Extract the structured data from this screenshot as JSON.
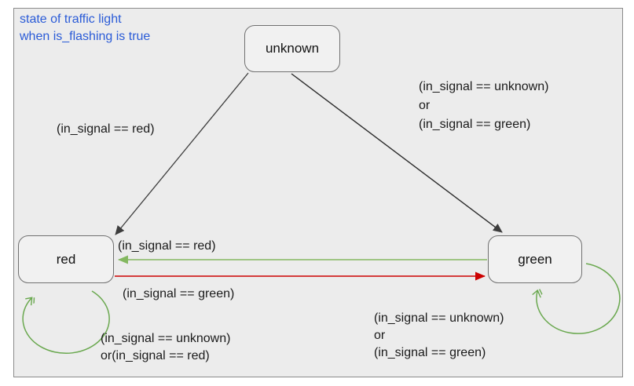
{
  "diagram": {
    "title": {
      "line1": "state of traffic light",
      "line2": "when is_flashing is true"
    },
    "states": {
      "unknown": {
        "label": "unknown"
      },
      "red": {
        "label": "red"
      },
      "green": {
        "label": "green"
      }
    },
    "edges": {
      "unknown_to_red": {
        "label": "(in_signal == red)"
      },
      "unknown_to_green": {
        "line1": "(in_signal == unknown)",
        "line2": "or",
        "line3": "(in_signal == green)"
      },
      "green_to_red": {
        "label": "(in_signal == red)"
      },
      "red_to_green": {
        "label": "(in_signal == green)"
      },
      "red_self_loop": {
        "line1": "(in_signal == unknown)",
        "line2": "or(in_signal == red)"
      },
      "green_self_loop": {
        "line1": "(in_signal == unknown)",
        "line2": "or",
        "line3": "(in_signal == green)"
      }
    },
    "colors": {
      "title_blue": "#2a5bd7",
      "edge_black": "#3d3d3d",
      "edge_green": "#84b860",
      "loop_green": "#6aa84f",
      "edge_red": "#cc0000",
      "state_border": "#707070",
      "state_fill": "#f1f1f1",
      "canvas_fill": "#ececec",
      "frame_border": "#8a8a8a"
    }
  }
}
